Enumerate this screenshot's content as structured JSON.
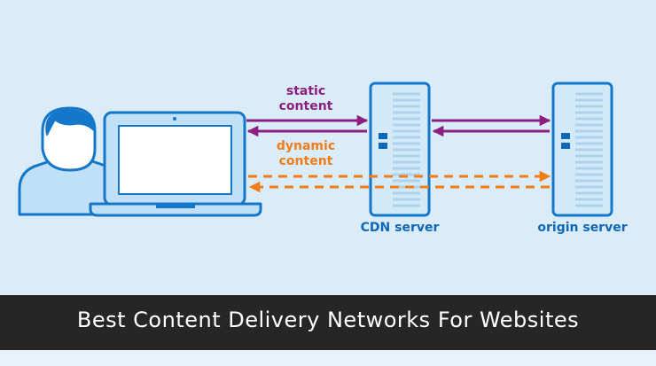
{
  "diagram": {
    "static_label_line1": "static",
    "static_label_line2": "content",
    "dynamic_label_line1": "dynamic",
    "dynamic_label_line2": "content",
    "cdn_server_label": "CDN server",
    "origin_server_label": "origin server"
  },
  "banner": {
    "title": "Best Content Delivery Networks For Websites"
  },
  "colors": {
    "background": "#d9ecf8",
    "outline_blue": "#1477c9",
    "fill_light_blue": "#bfe0f7",
    "static_purple": "#8c1f7f",
    "dynamic_orange": "#f07d18",
    "label_blue": "#1066b8",
    "banner_dark": "#262626"
  },
  "icons": [
    "user-icon",
    "laptop-icon",
    "cdn-server-icon",
    "origin-server-icon"
  ]
}
